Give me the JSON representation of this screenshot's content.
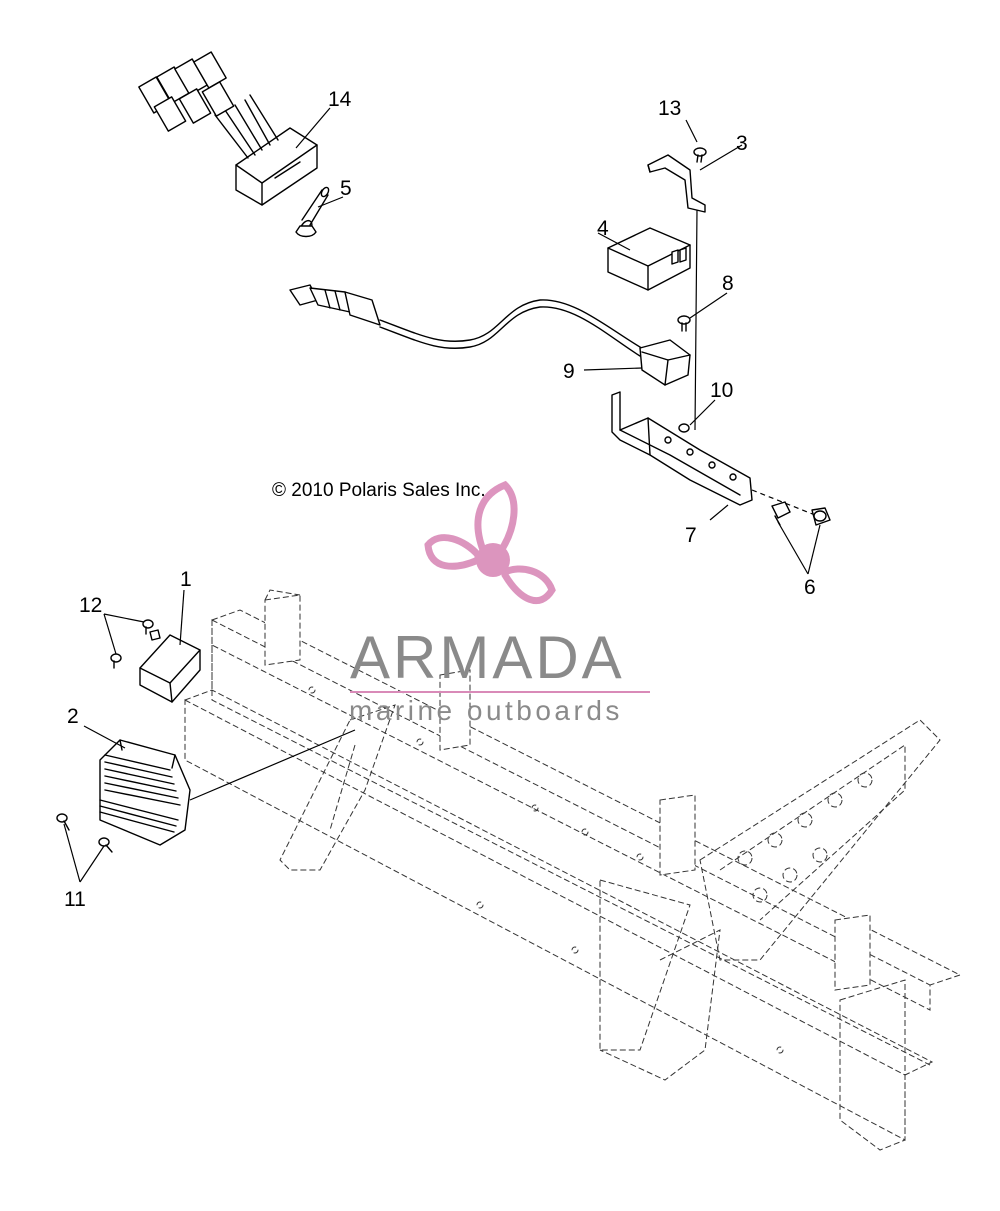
{
  "copyright": "© 2010 Polaris Sales Inc.",
  "watermark": {
    "name": "ARMADA",
    "tagline": "marine outboards",
    "name_color": "#8a8a8a",
    "accent_color": "#d98ab8"
  },
  "callouts": {
    "c1": "1",
    "c2": "2",
    "c3": "3",
    "c4": "4",
    "c5": "5",
    "c6": "6",
    "c7": "7",
    "c8": "8",
    "c9": "9",
    "c10": "10",
    "c11": "11",
    "c12": "12",
    "c13": "13",
    "c14": "14"
  }
}
